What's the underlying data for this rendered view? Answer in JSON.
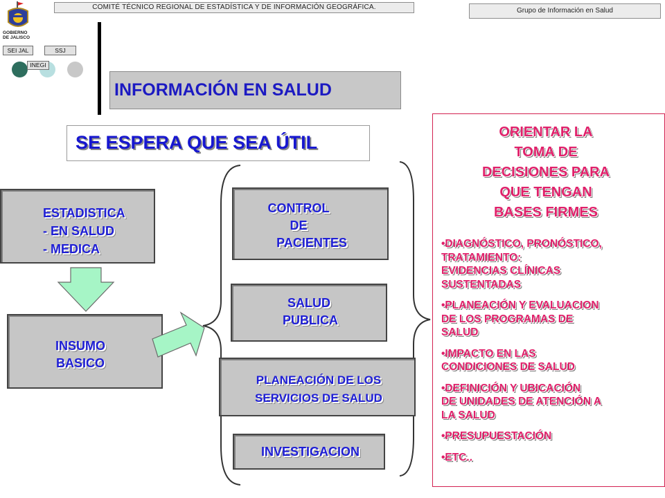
{
  "header": {
    "committee": "COMITÉ TÉCNICO REGIONAL DE ESTADÍSTICA Y DE INFORMACIÓN GEOGRÁFICA.",
    "group": "Grupo de Información en Salud"
  },
  "logo": {
    "text_lines": [
      "GOBIERNO",
      "DE JALISCO"
    ],
    "tags": {
      "seijal": "SEI JAL",
      "ssj": "SSJ",
      "inegi": "INEGI"
    },
    "circle_colors": [
      "#2e6e5e",
      "#b8dfe0",
      "#c8c8c8"
    ]
  },
  "main": {
    "title": "INFORMACIÓN  EN SALUD",
    "subtitle": "SE ESPERA QUE SEA ÚTIL"
  },
  "left": {
    "stats_lines": [
      "ESTADISTICA",
      "- EN SALUD",
      "- MEDICA"
    ],
    "insumo_lines": [
      "INSUMO",
      "BASICO"
    ]
  },
  "center": {
    "control_lines": [
      "CONTROL",
      "DE",
      "PACIENTES"
    ],
    "salud_lines": [
      "SALUD",
      "PUBLICA"
    ],
    "planeacion_lines": [
      "PLANEACIÓN DE LOS",
      "SERVICIOS DE SALUD"
    ],
    "investigacion": "INVESTIGACION"
  },
  "right": {
    "heading_lines": [
      "ORIENTAR LA",
      "TOMA DE",
      "DECISIONES PARA",
      "QUE TENGAN",
      "BASES FIRMES"
    ],
    "bullets": [
      [
        "•DIAGNÓSTICO, PRONÓSTICO,",
        "TRATAMIENTO:",
        "EVIDENCIAS CLÍNICAS",
        "SUSTENTADAS"
      ],
      [
        "•PLANEACIÓN Y EVALUACION",
        "DE LOS PROGRAMAS DE",
        "SALUD"
      ],
      [
        "•IMPACTO EN LAS",
        "CONDICIONES DE SALUD"
      ],
      [
        "•DEFINICIÓN Y UBICACIÓN",
        "DE UNIDADES DE ATENCIÓN A",
        "LA SALUD"
      ],
      [
        "•PRESUPUESTACIÓN"
      ],
      [
        "•ETC.."
      ]
    ]
  },
  "colors": {
    "accent_blue": "#1f1fd6",
    "accent_pink": "#e0206a",
    "arrow_fill": "#a6f5c6"
  }
}
